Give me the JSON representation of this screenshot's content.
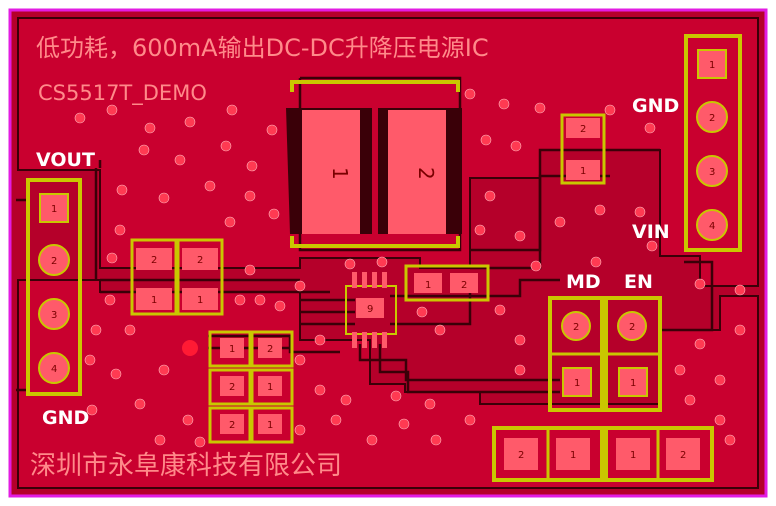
{
  "title": "低功耗，600mA输出DC-DC升降压电源IC",
  "subtitle": "CS5517T_DEMO",
  "company": "深圳市永阜康科技有限公司",
  "labels": {
    "vout": "VOUT",
    "gnd_left": "GND",
    "gnd_right": "GND",
    "vin": "VIN",
    "md": "MD",
    "en": "EN"
  },
  "connectors": {
    "left": [
      "1",
      "2",
      "3",
      "4"
    ],
    "right": [
      "1",
      "2",
      "3",
      "4"
    ]
  },
  "inductor": {
    "pin1": "1",
    "pin2": "2"
  },
  "jumpers": {
    "md": {
      "top": "2",
      "bottom": "1"
    },
    "en": {
      "top": "2",
      "bottom": "1"
    }
  },
  "pads": {
    "top_right_pair": [
      "2",
      "1"
    ],
    "left_caps_top": [
      "2",
      "2"
    ],
    "left_caps_bottom": [
      "1",
      "1"
    ],
    "center_pair": [
      "1",
      "2"
    ],
    "ic_center": "9",
    "mid_grid": [
      "1",
      "2",
      "2",
      "1",
      "2",
      "1"
    ],
    "bottom_row": [
      "2",
      "1",
      "1",
      "2"
    ]
  },
  "colors": {
    "board": "#b5002a",
    "copper": "#c8002e",
    "outline": "#e21ce2",
    "silkscreen": "#ff8a8a",
    "component_outline": "#c9c700",
    "pad": "#ff5a6a",
    "trace_gap": "#3a0008"
  }
}
